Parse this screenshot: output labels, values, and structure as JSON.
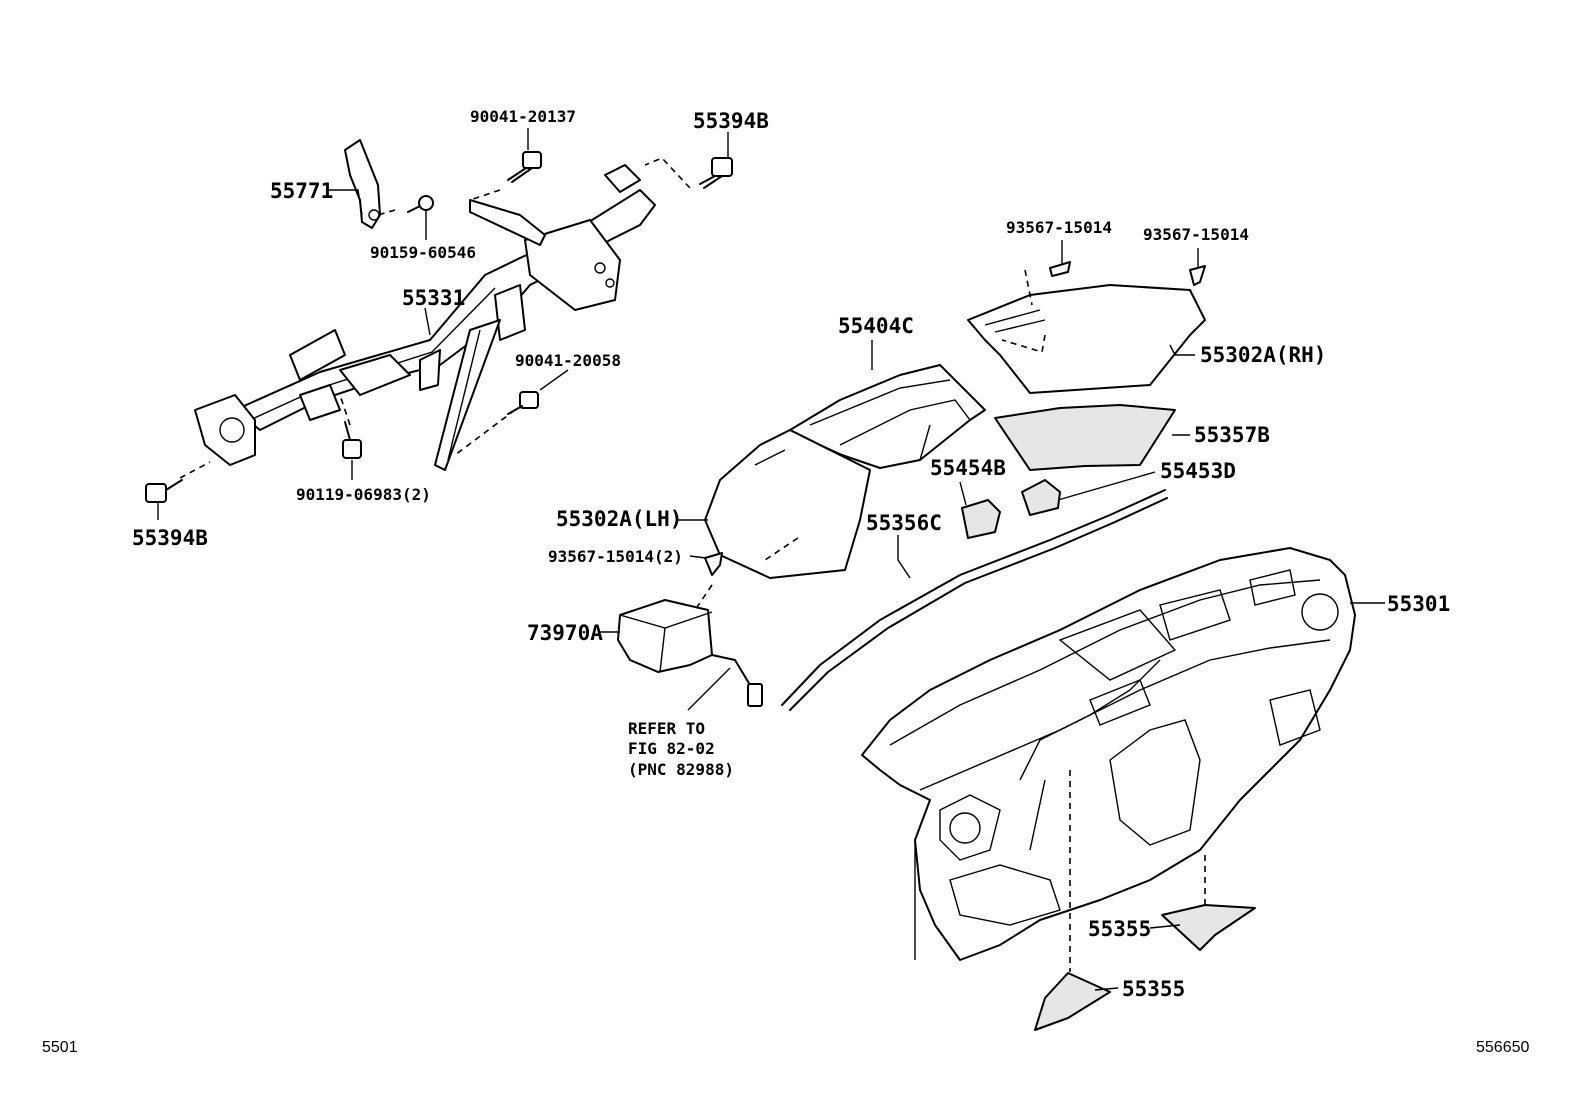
{
  "labels": {
    "p_90041_20137": "90041-20137",
    "p_55394B_top": "55394B",
    "p_55771": "55771",
    "p_90159_60546": "90159-60546",
    "p_55331": "55331",
    "p_90041_20058": "90041-20058",
    "p_90119_06983": "90119-06983(2)",
    "p_55394B_bottom": "55394B",
    "p_93567_15014_a": "93567-15014",
    "p_93567_15014_b": "93567-15014",
    "p_55302A_RH": "55302A(RH)",
    "p_55404C": "55404C",
    "p_55357B": "55357B",
    "p_55454B": "55454B",
    "p_55453D": "55453D",
    "p_55302A_LH": "55302A(LH)",
    "p_55356C": "55356C",
    "p_93567_15014_2": "93567-15014(2)",
    "p_73970A": "73970A",
    "p_55301": "55301",
    "p_55355_a": "55355",
    "p_55355_b": "55355"
  },
  "refer_note": {
    "line1": "REFER TO",
    "line2": "FIG 82-02",
    "line3": "(PNC 82988)"
  },
  "footer": {
    "left_code": "5501",
    "right_code": "556650"
  }
}
